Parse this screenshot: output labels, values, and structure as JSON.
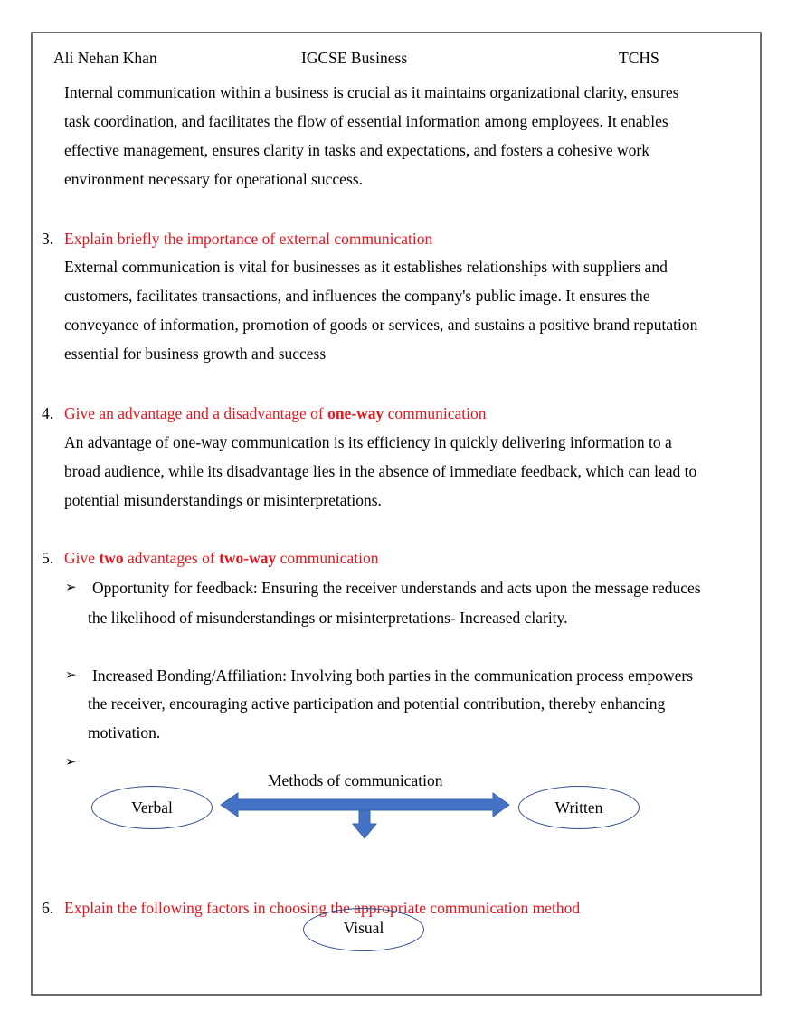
{
  "header": {
    "author": "Ali Nehan Khan",
    "subject": "IGCSE Business",
    "school": "TCHS"
  },
  "intro": {
    "lines": [
      "Internal communication within a business is crucial as it maintains organizational clarity, ensures",
      "task coordination, and facilitates the flow of essential information among employees. It enables",
      "effective management, ensures clarity in tasks and expectations, and fosters a cohesive work",
      "environment necessary for operational success."
    ]
  },
  "q3": {
    "number": "3.",
    "question": "Explain briefly the importance of external communication",
    "lines": [
      "External communication is vital for businesses as it establishes relationships with suppliers and",
      "customers, facilitates transactions, and influences the company's public image. It ensures the",
      "conveyance of information, promotion of goods or services, and sustains a positive brand reputation",
      "essential for business growth and success"
    ]
  },
  "q4": {
    "number": "4.",
    "question_pre": "Give an advantage and a disadvantage of ",
    "question_bold": "one-way",
    "question_post": " communication",
    "lines": [
      "An advantage of one-way communication is its efficiency in quickly delivering information to a",
      "broad audience, while its disadvantage lies in the absence of immediate feedback, which can lead to",
      "potential misunderstandings or misinterpretations."
    ]
  },
  "q5": {
    "number": "5.",
    "question_pre": "Give ",
    "question_bold1": "two",
    "question_mid": " advantages of ",
    "question_bold2": "two-way",
    "question_post": " communication",
    "bullet_glyph": "➢",
    "bullets": [
      {
        "line1": "Opportunity for feedback: Ensuring the receiver understands and acts upon the message reduces",
        "line2": "the likelihood of misunderstandings or misinterpretations- Increased clarity."
      },
      {
        "line1": "Increased Bonding/Affiliation: Involving both parties in the communication process empowers",
        "line2": "the receiver, encouraging active participation and potential contribution, thereby enhancing",
        "line3": "motivation."
      }
    ]
  },
  "diagram": {
    "title": "Methods of communication",
    "left": "Verbal",
    "right": "Written",
    "bottom": "Visual",
    "arrow_color": "#4472c4",
    "ellipse_color": "#2f4d8a"
  },
  "q6": {
    "number": "6.",
    "question": "Explain the following factors in choosing the appropriate communication method"
  }
}
